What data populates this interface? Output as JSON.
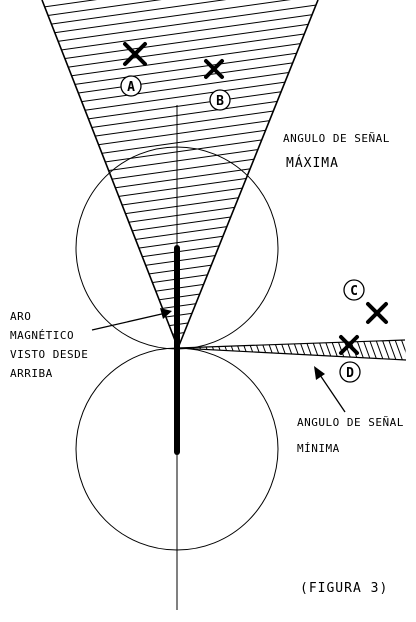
{
  "diagram": {
    "point_labels": [
      "A",
      "B",
      "C",
      "D"
    ],
    "max_angle_label": {
      "line1": "ANGULO DE SEÑAL",
      "line2": "MÁXIMA"
    },
    "min_angle_label": {
      "line1": "ANGULO DE SEÑAL",
      "line2": "MÍNIMA"
    },
    "loop_label": {
      "line1": "ARO",
      "line2": "MAGNÉTICO",
      "line3": "VISTO DESDE",
      "line4": "ARRIBA"
    },
    "caption": "(FIGURA 3)"
  }
}
